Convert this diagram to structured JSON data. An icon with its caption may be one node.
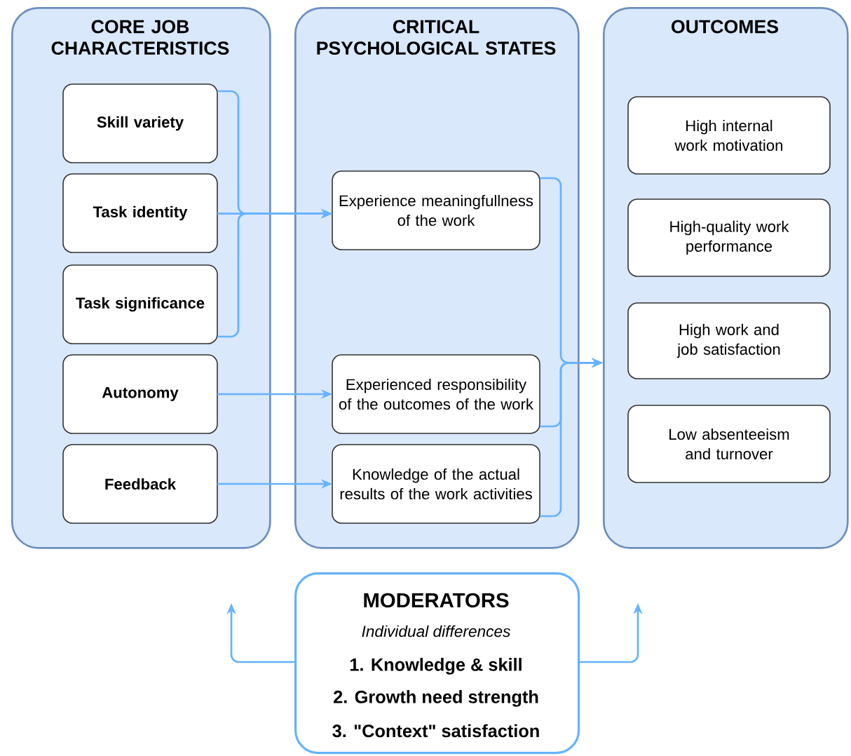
{
  "diagram": {
    "nodes": [
      {
        "text": [
          "CORE JOB CHARACTERISTICS"
        ]
      },
      {
        "text": [
          "Skill variety"
        ],
        "in": 0
      },
      {
        "text": [
          "Task identity"
        ],
        "in": 0
      },
      {
        "text": [
          "Task significance"
        ],
        "in": 0
      },
      {
        "text": [
          "Autonomy"
        ],
        "in": 0
      },
      {
        "text": [
          "Feedback"
        ],
        "in": 0
      },
      {
        "text": [
          "CRITICAL PSYCHOLOGICAL STATES"
        ]
      },
      {
        "text": [
          "Experience meaningfullness of the work"
        ],
        "in": 6
      },
      {
        "text": [
          "Experienced responsibility of the outcomes of the work"
        ],
        "in": 6
      },
      {
        "text": [
          "Knowledge of the actual results of the work activities"
        ],
        "in": 6
      },
      {
        "text": [
          "OUTCOMES"
        ]
      },
      {
        "text": [
          "High internal work motivation"
        ],
        "in": 10
      },
      {
        "text": [
          "High-quality work performance"
        ],
        "in": 10
      },
      {
        "text": [
          "High work and job satisfaction"
        ],
        "in": 10
      },
      {
        "text": [
          "Low absenteeism and turnover"
        ],
        "in": 10
      },
      {
        "text": [
          "MODERATORS",
          "Individual differences",
          "1. Knowledge & skill",
          "2. Growth need strength",
          "3. \"Context\" satisfaction"
        ]
      }
    ],
    "edges": [
      {
        "from": 1,
        "to": 7,
        "arrow": "to"
      },
      {
        "from": 2,
        "to": 7,
        "arrow": "to"
      },
      {
        "from": 3,
        "to": 7,
        "arrow": "to"
      },
      {
        "from": 4,
        "to": 8,
        "arrow": "to"
      },
      {
        "from": 5,
        "to": 9,
        "arrow": "to"
      },
      {
        "from": 7,
        "to": 10,
        "arrow": "to"
      },
      {
        "from": 8,
        "to": 10,
        "arrow": "to"
      },
      {
        "from": 9,
        "to": 10,
        "arrow": "to"
      },
      {
        "from": 15,
        "to": null,
        "arrow": "to"
      },
      {
        "from": 15,
        "to": null,
        "arrow": "to"
      }
    ]
  }
}
